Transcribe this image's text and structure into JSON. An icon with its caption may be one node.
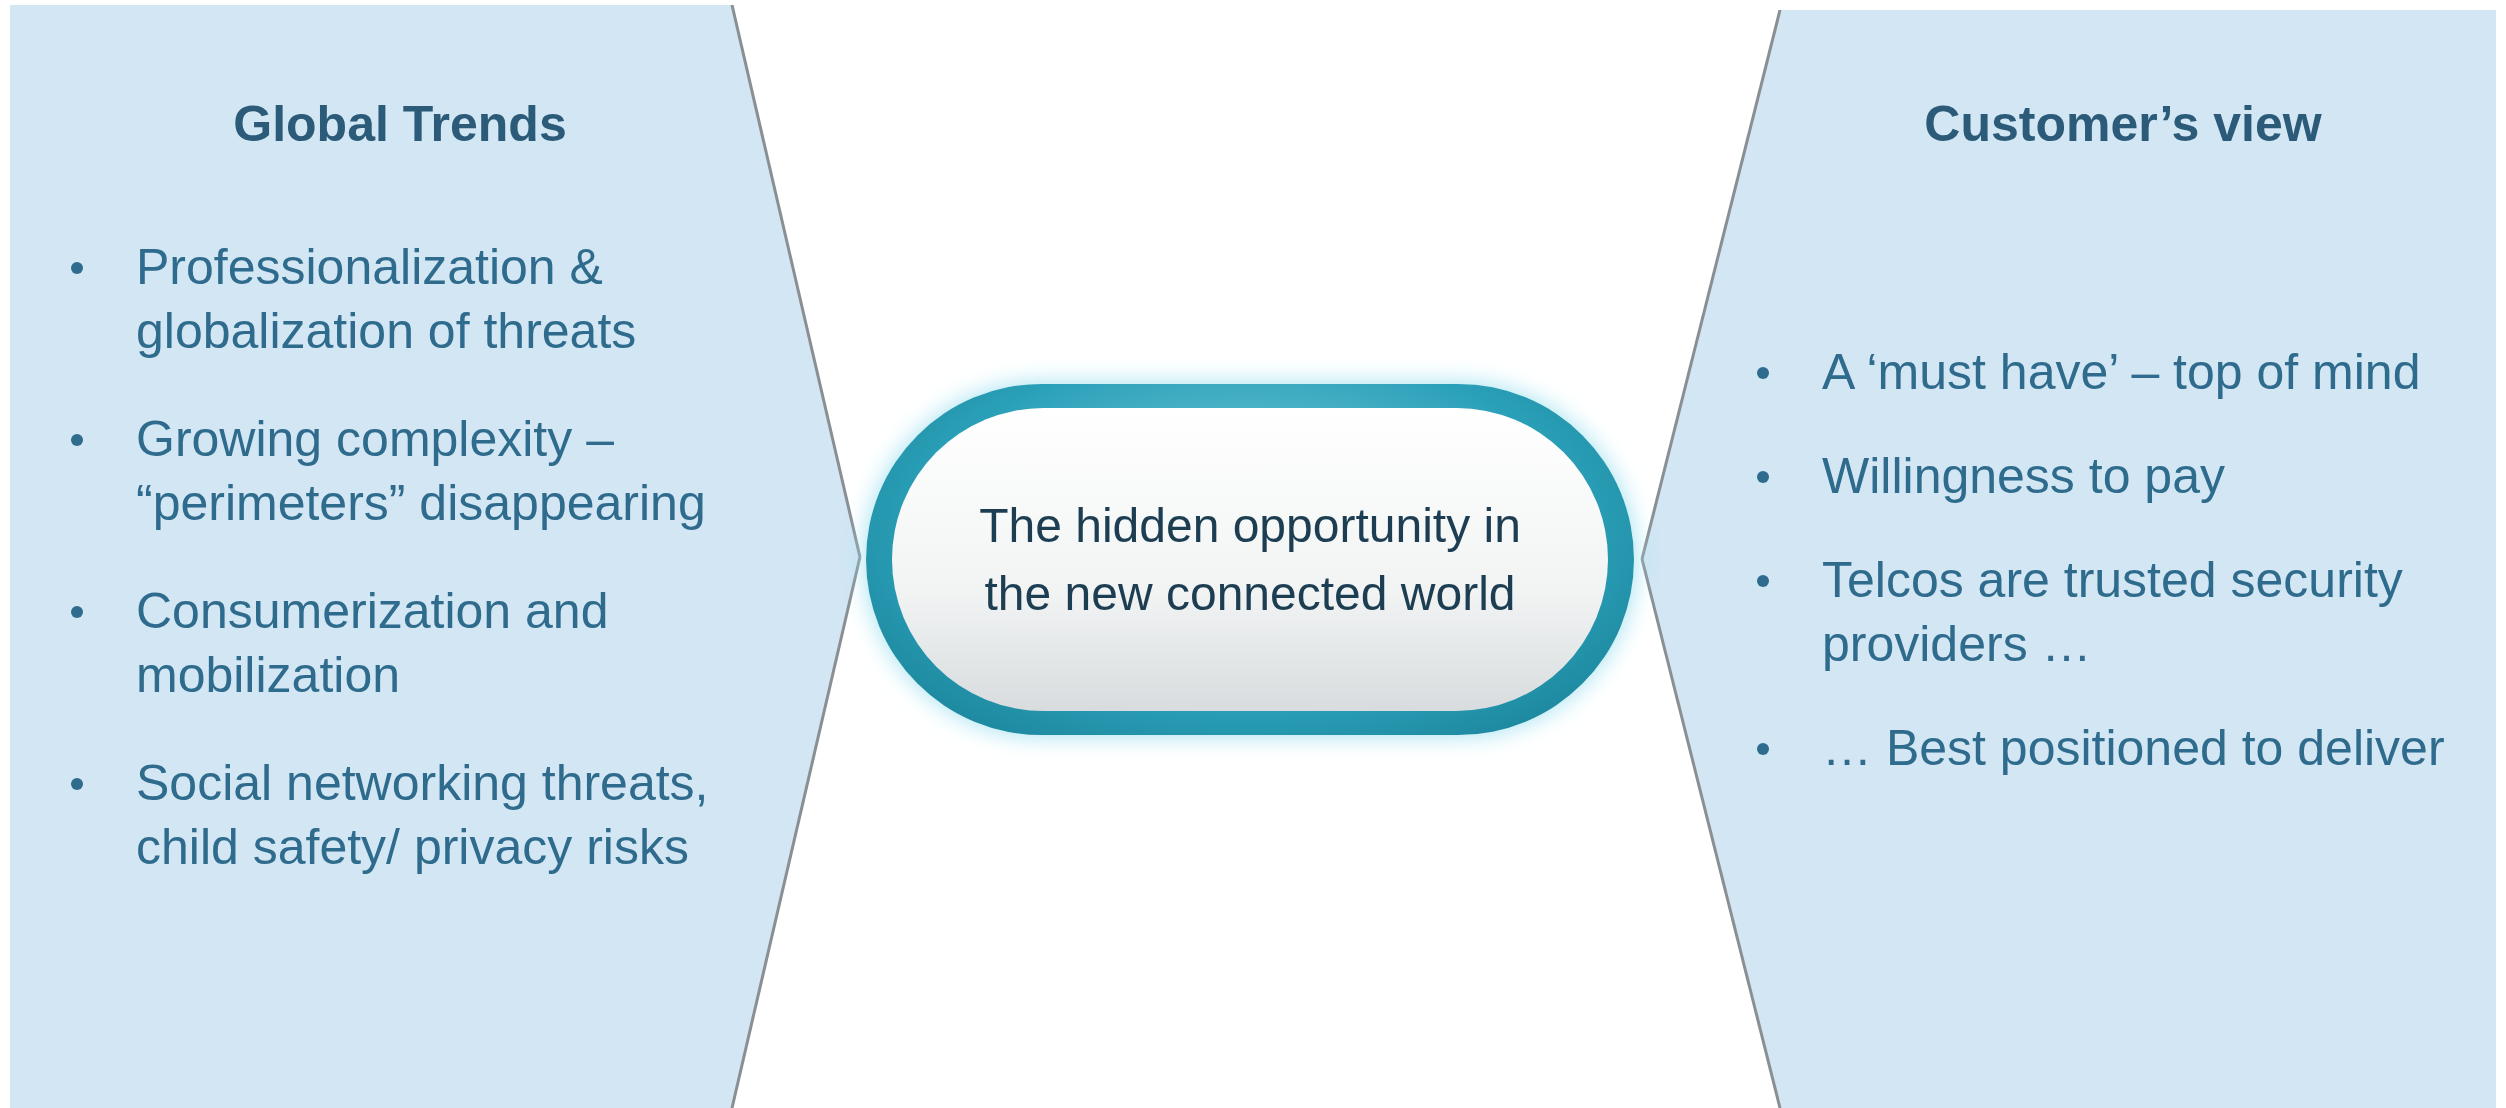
{
  "diagram": {
    "nodes": [
      {
        "text": [
          "Global Trends",
          "Professionalization & globalization of threats",
          "Growing complexity – “perimeters” disappearing",
          "Consumerization and mobilization",
          "Social networking threats, child safety/ privacy risks"
        ]
      },
      {
        "text": [
          "The hidden opportunity in the new connected world"
        ]
      },
      {
        "text": [
          "Customer’s view",
          "A ‘must have’ – top of mind",
          "Willingness to pay",
          "Telcos are trusted security providers …",
          " … Best positioned to deliver"
        ]
      }
    ]
  }
}
